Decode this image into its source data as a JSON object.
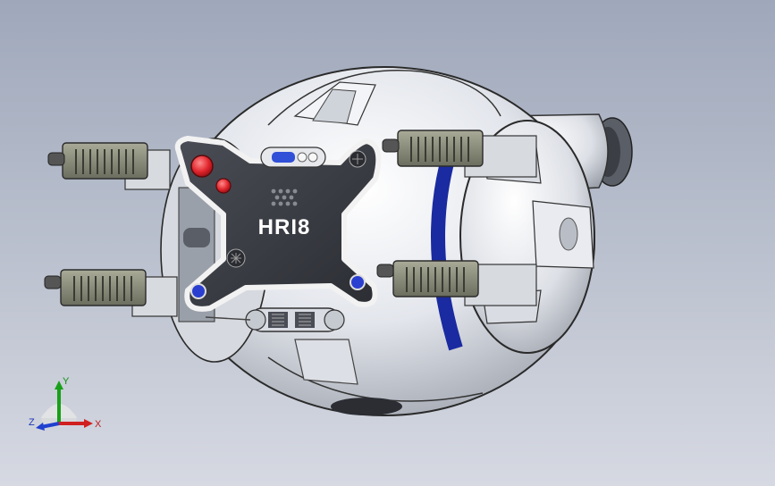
{
  "model": {
    "hull_label": "HRI8"
  },
  "triad": {
    "x_label": "X",
    "y_label": "Y",
    "z_label": "Z",
    "x_color": "#d02020",
    "y_color": "#19a019",
    "z_color": "#2040d0"
  },
  "colors": {
    "viewport_top": "#9fa8bb",
    "viewport_bottom": "#d6d9e2",
    "hull": "#e9ecf1",
    "panel_dark": "#3a3d44",
    "gun_metal": "#8b8d7c",
    "accent_red": "#e0242c",
    "accent_blue": "#2a3fd0"
  }
}
